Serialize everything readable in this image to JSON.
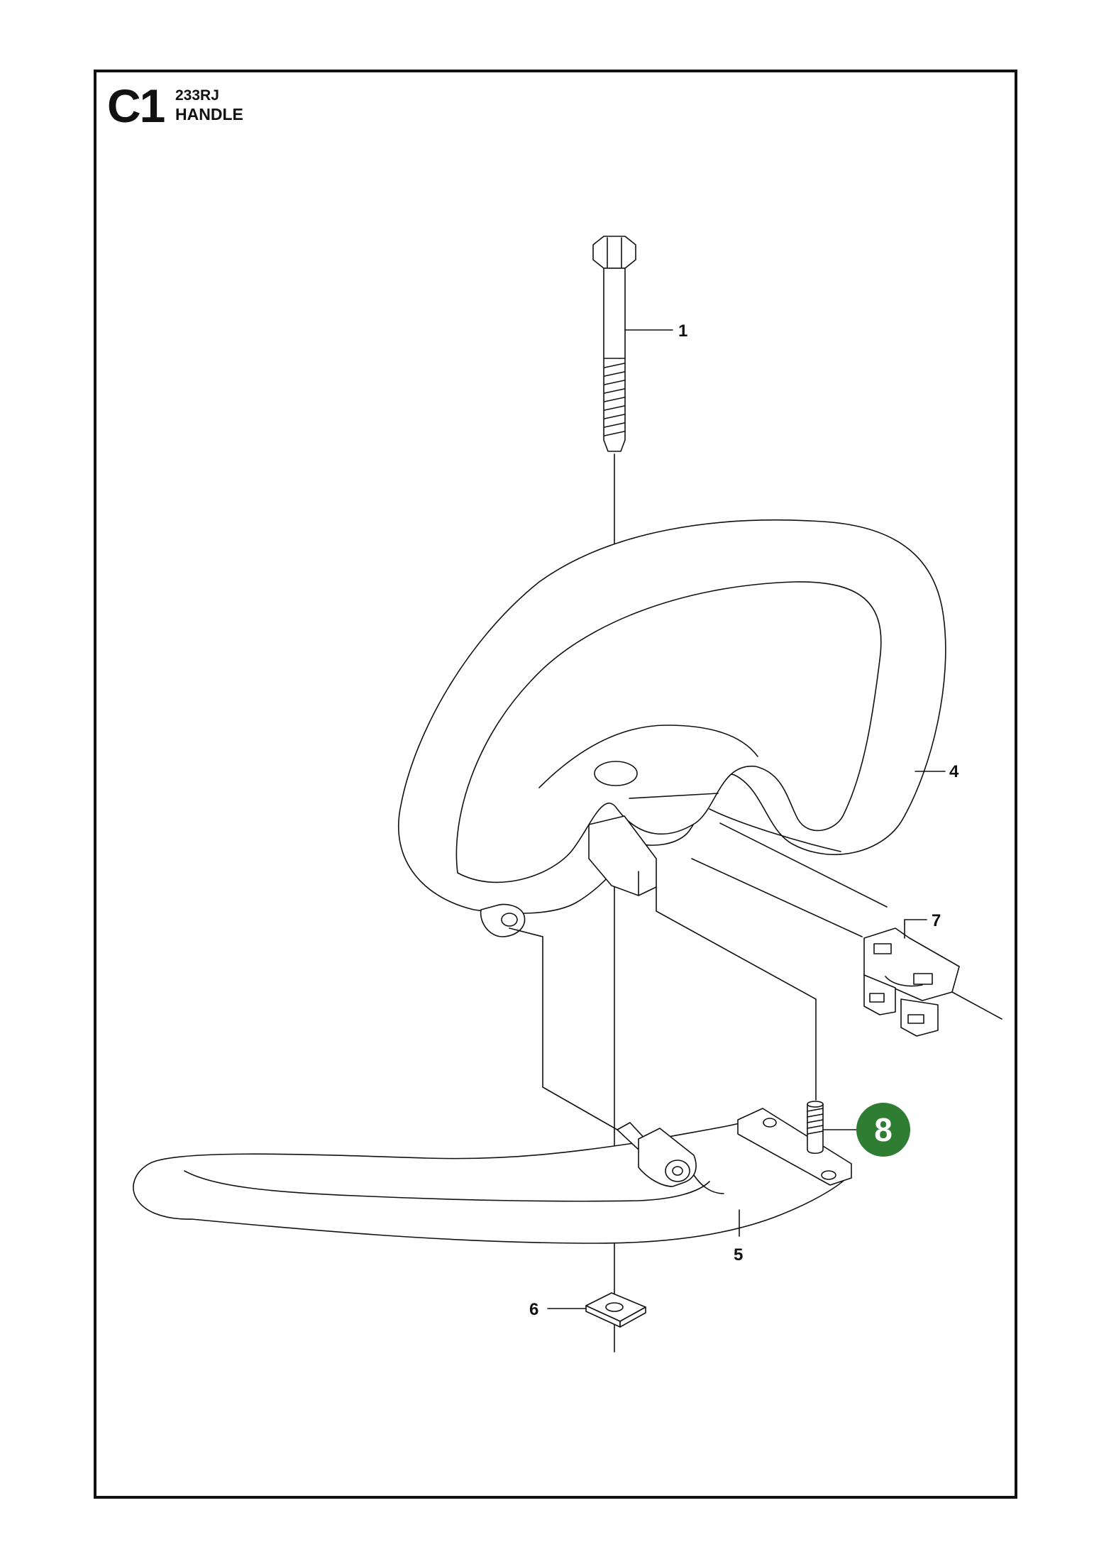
{
  "header": {
    "section_code": "C1",
    "model": "233RJ",
    "assembly": "HANDLE"
  },
  "callouts": {
    "bolt": "1",
    "handle_loop": "4",
    "lower_bar": "5",
    "square_nut": "6",
    "clamp": "7",
    "screw": "8"
  },
  "colors": {
    "highlight": "#2e7d32",
    "line": "#111111"
  }
}
